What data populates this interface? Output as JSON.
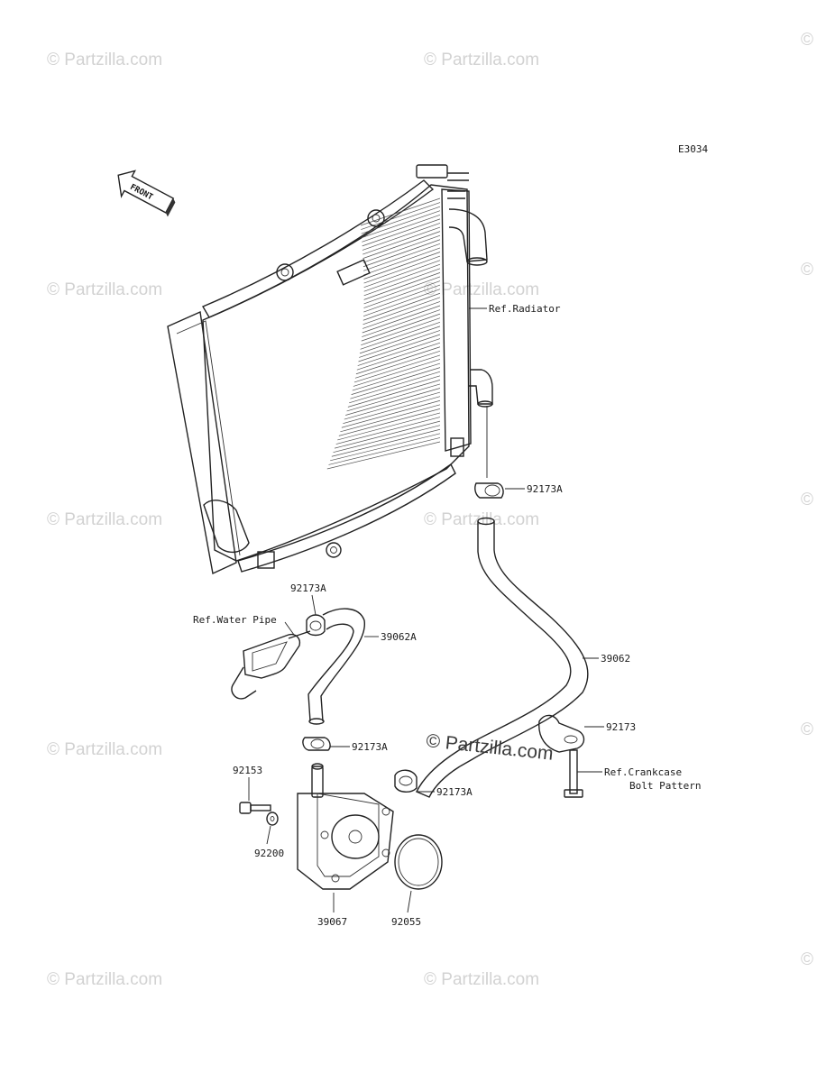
{
  "diagram": {
    "code": "E3034",
    "front_label": "FRONT",
    "watermark": "© Partzilla.com",
    "brand_watermark": "© Partzilla.com",
    "labels": {
      "ref_radiator": "Ref.Radiator",
      "ref_water_pipe": "Ref.Water Pipe",
      "ref_crankcase_line1": "Ref.Crankcase",
      "ref_crankcase_line2": "Bolt Pattern",
      "p_92173A_upper": "92173A",
      "p_92173A_top_left": "92173A",
      "p_39062A": "39062A",
      "p_39062": "39062",
      "p_92173": "92173",
      "p_92173A_mid": "92173A",
      "p_92173A_low": "92173A",
      "p_92153": "92153",
      "p_92200": "92200",
      "p_39067": "39067",
      "p_92055": "92055"
    }
  }
}
